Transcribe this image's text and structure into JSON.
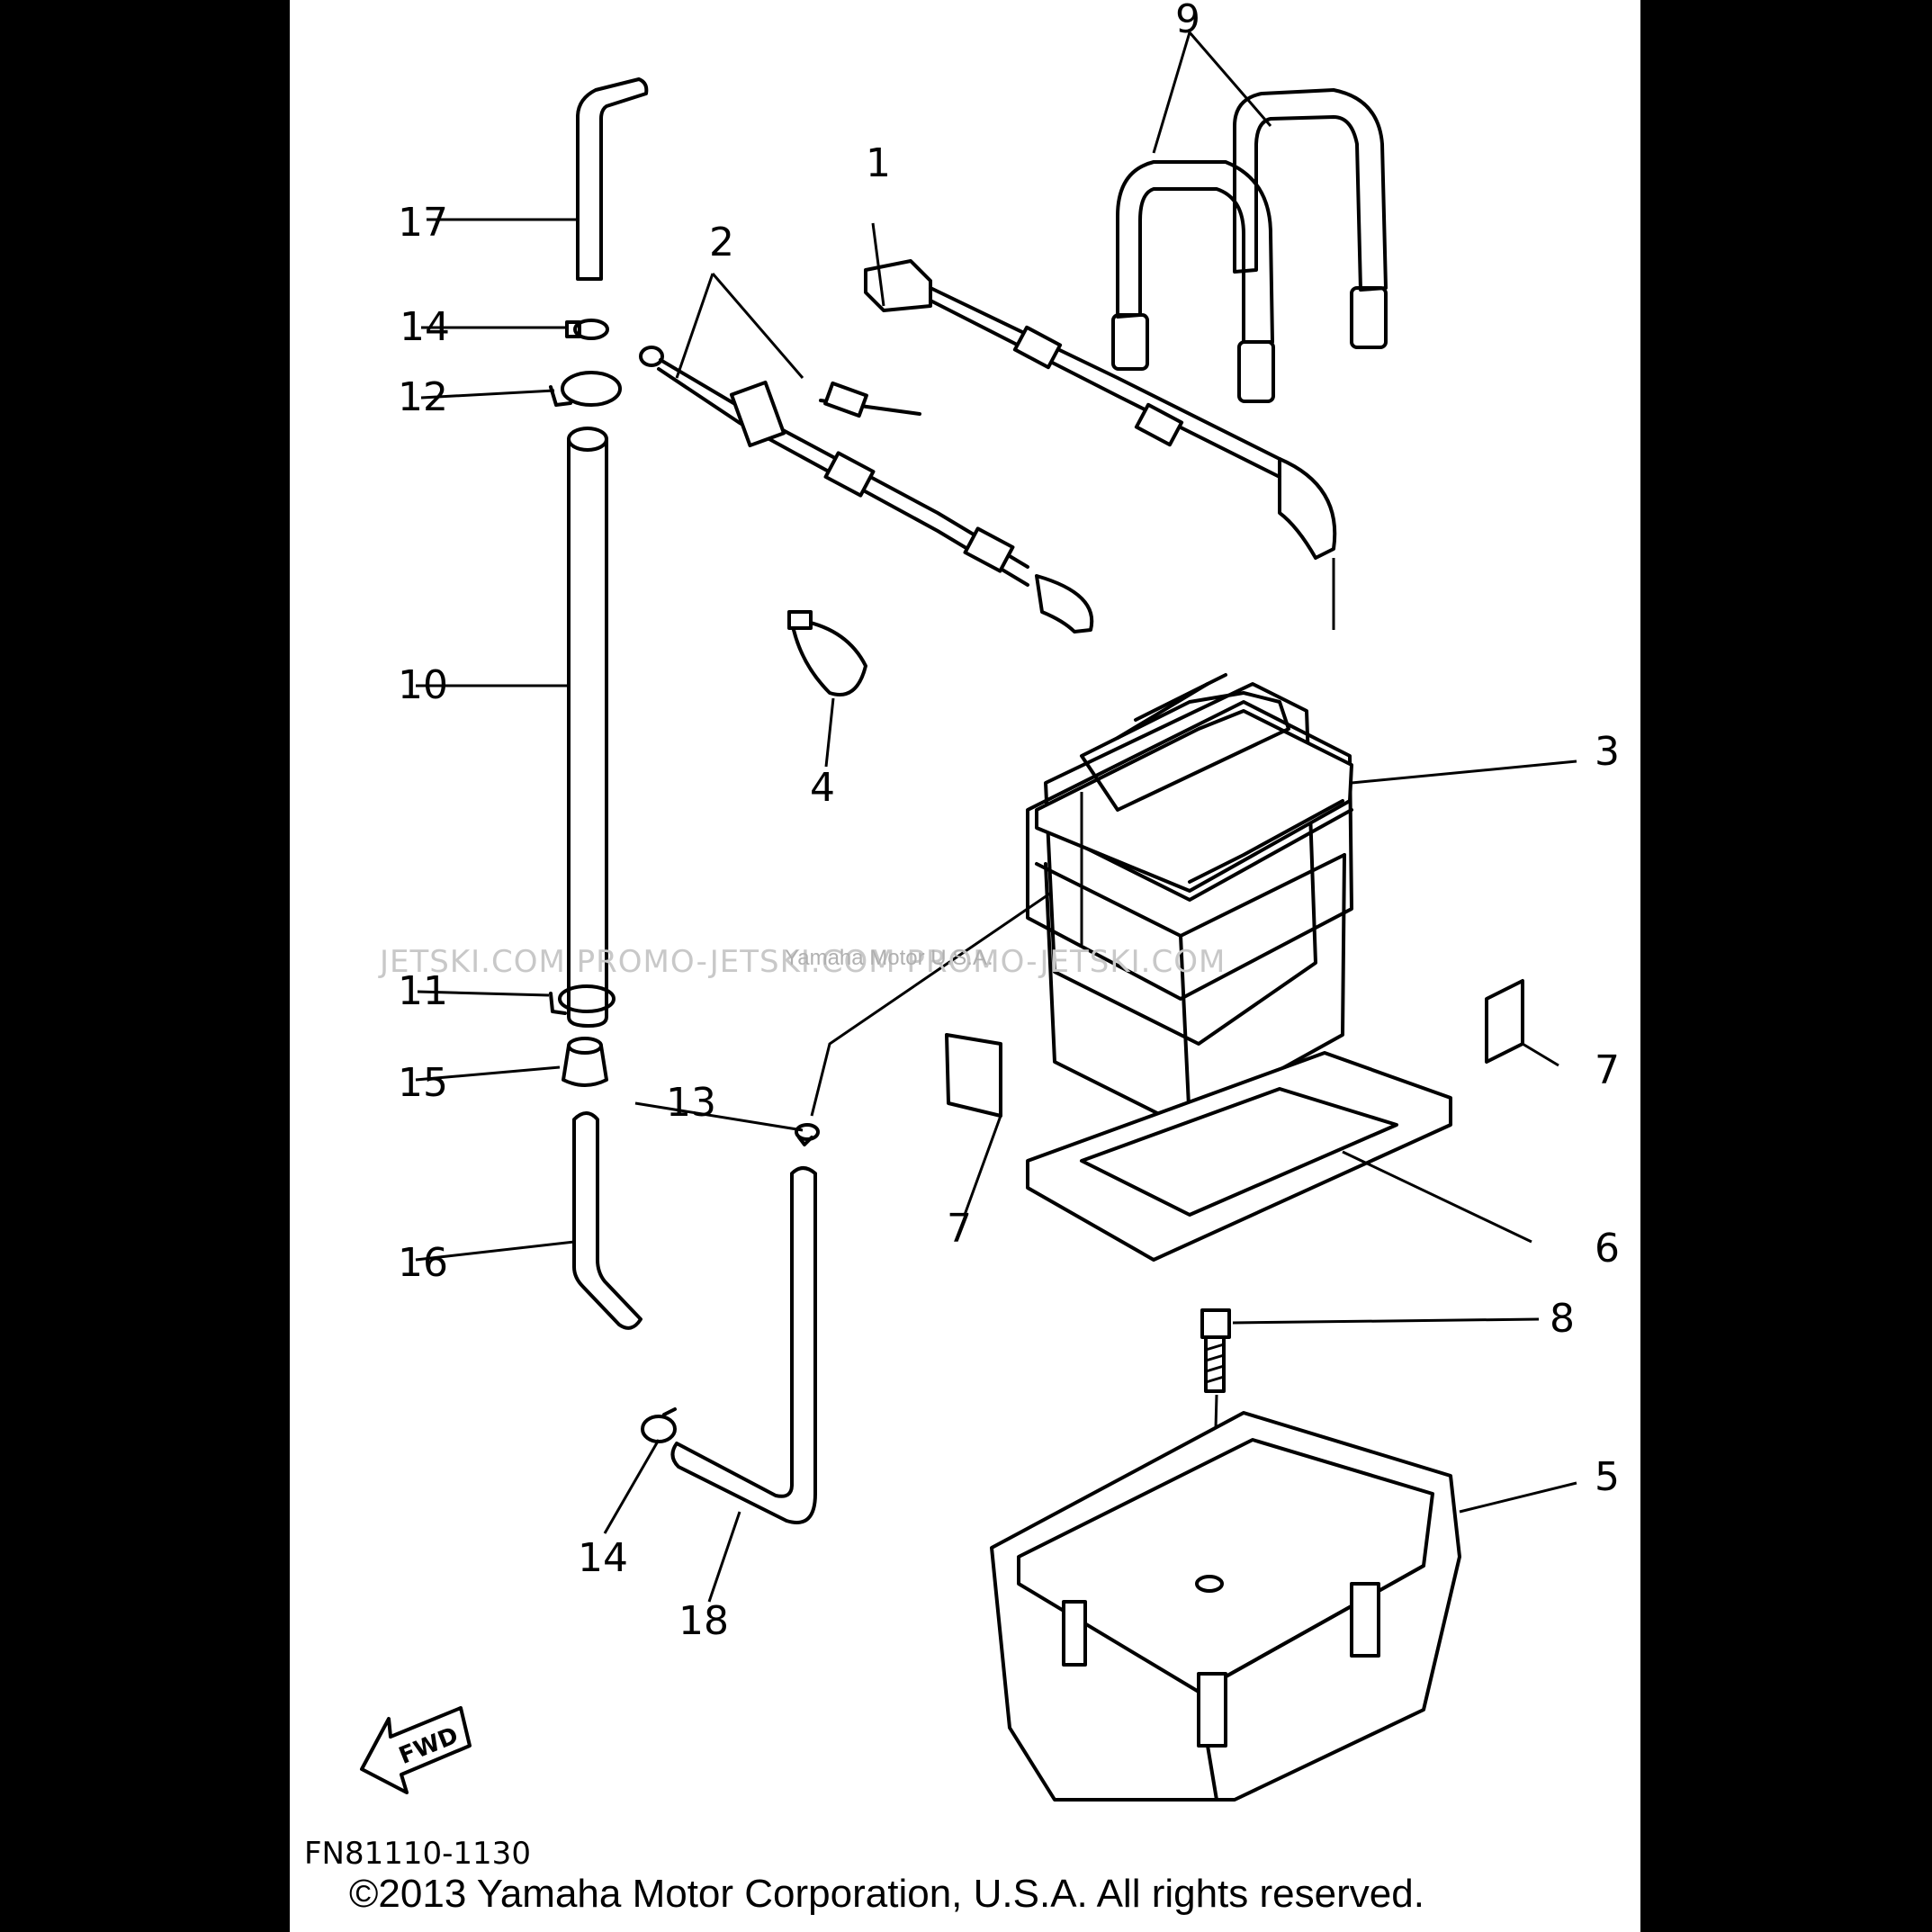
{
  "diagram": {
    "callouts": {
      "c1": "1",
      "c2": "2",
      "c3": "3",
      "c4": "4",
      "c5": "5",
      "c6": "6",
      "c7a": "7",
      "c7b": "7",
      "c8": "8",
      "c9": "9",
      "c10": "10",
      "c11": "11",
      "c12": "12",
      "c13": "13",
      "c14a": "14",
      "c14b": "14",
      "c15": "15",
      "c16": "16",
      "c17": "17",
      "c18": "18"
    },
    "fwd_label": "FWD",
    "watermark": "JETSKI.COM   PROMO-JETSKI.COM  PROMO-JETSKI.COM",
    "watermark_small": "Yamaha Motor U.S.A."
  },
  "footer": {
    "code": "FN81110-1130",
    "copyright": "©2013 Yamaha Motor Corporation, U.S.A. All rights reserved."
  }
}
